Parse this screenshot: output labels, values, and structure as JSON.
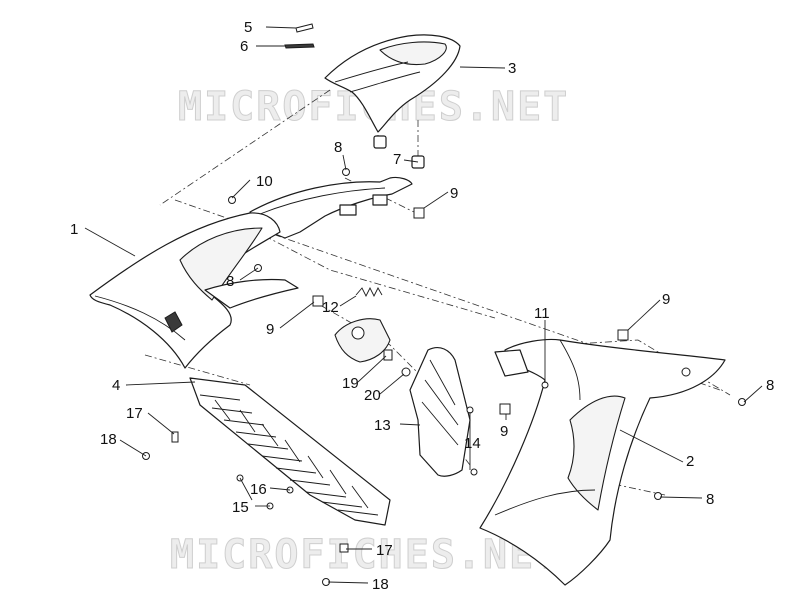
{
  "watermarks": [
    "MICROFICHES.NET",
    "MICROFICHES.NET"
  ],
  "callouts": [
    "5",
    "6",
    "3",
    "8",
    "7",
    "10",
    "9",
    "1",
    "8",
    "12",
    "9",
    "11",
    "9",
    "4",
    "19",
    "20",
    "8",
    "17",
    "18",
    "13",
    "14",
    "9",
    "2",
    "16",
    "15",
    "8",
    "17",
    "18"
  ],
  "colors": {
    "line": "#1c1c1c",
    "watermark": "#cfcfcf",
    "background": "#ffffff"
  }
}
